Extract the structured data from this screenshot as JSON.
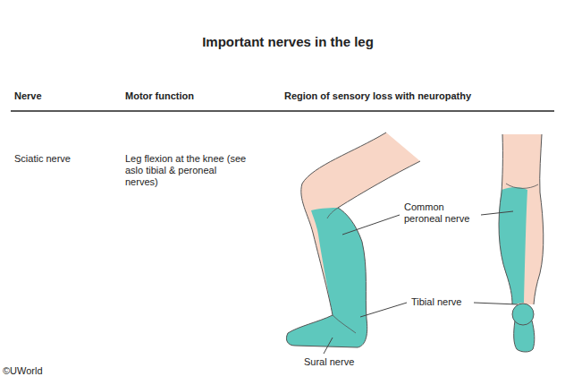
{
  "diagram": {
    "title": "Important nerves in the leg",
    "labels": [
      "Nerve",
      "Motor function",
      "Region of sensory loss with neuropathy",
      "Sciatic nerve",
      "Leg flexion at the knee (see aslo tibial & peroneal nerves)",
      "Common peroneal nerve",
      "Tibial nerve",
      "Sural nerve",
      "©UWorld"
    ]
  }
}
